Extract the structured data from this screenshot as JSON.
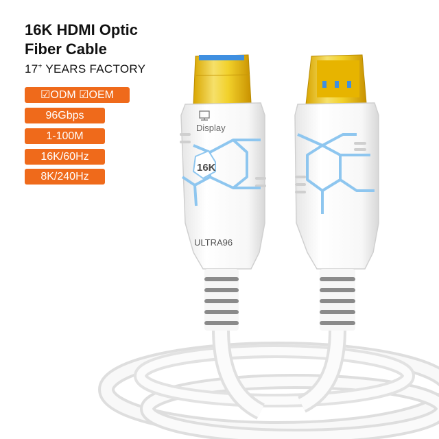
{
  "title_line1": "16K HDMI Optic",
  "title_line2": "Fiber Cable",
  "subtitle_prefix": "17",
  "subtitle_sup": "+",
  "subtitle_rest": " YEARS FACTORY",
  "badges": [
    "☑ODM ☑OEM",
    "96Gbps",
    "1-100M",
    "16K/60Hz",
    "8K/240Hz"
  ],
  "connector_label_display": "Display",
  "connector_badge": "16K",
  "connector_label_model": "ULTRA96",
  "colors": {
    "accent": "#ef6a1b",
    "gold": "#e8c21a",
    "light_blue": "#8ec6ef",
    "cable": "#f4f4f4"
  }
}
